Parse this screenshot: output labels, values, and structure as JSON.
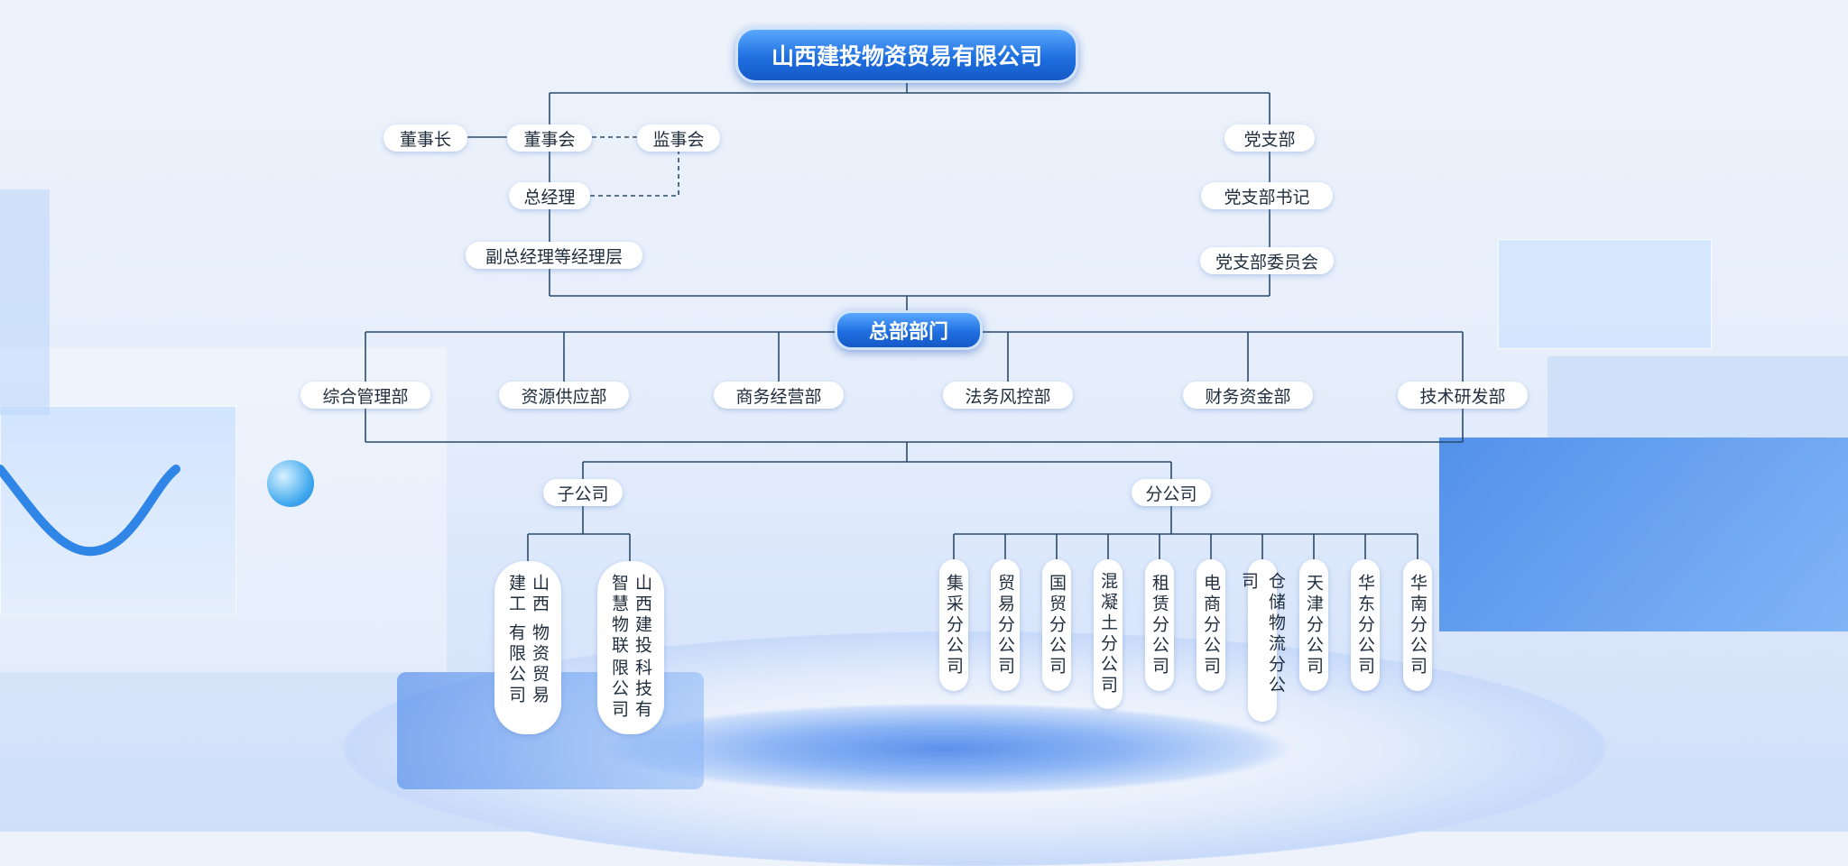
{
  "company": "山西建投物资贸易有限公司",
  "governance": {
    "chairman": "董事长",
    "board": "董事会",
    "supervisory": "监事会",
    "gm": "总经理",
    "deputy": "副总经理等经理层"
  },
  "party": {
    "branch": "党支部",
    "secretary": "党支部书记",
    "committee": "党支部委员会"
  },
  "hq": {
    "title": "总部部门",
    "departments": [
      "综合管理部",
      "资源供应部",
      "商务经营部",
      "法务风控部",
      "财务资金部",
      "技术研发部"
    ]
  },
  "subsidiaries": {
    "title": "子公司",
    "items": [
      {
        "col1": "山西建工",
        "col2": "物资贸易有限公司"
      },
      {
        "col1": "山西建投智慧物联",
        "col2": "科技有限公司"
      }
    ]
  },
  "branches": {
    "title": "分公司",
    "items": [
      "集采分公司",
      "贸易分公司",
      "国贸分公司",
      "混凝土分公司",
      "租赁分公司",
      "电商分公司",
      "仓储物流分公司",
      "天津分公司",
      "华东分公司",
      "华南分公司"
    ]
  },
  "colors": {
    "line": "#2a4a6a",
    "accent": "#1f6fe0"
  }
}
